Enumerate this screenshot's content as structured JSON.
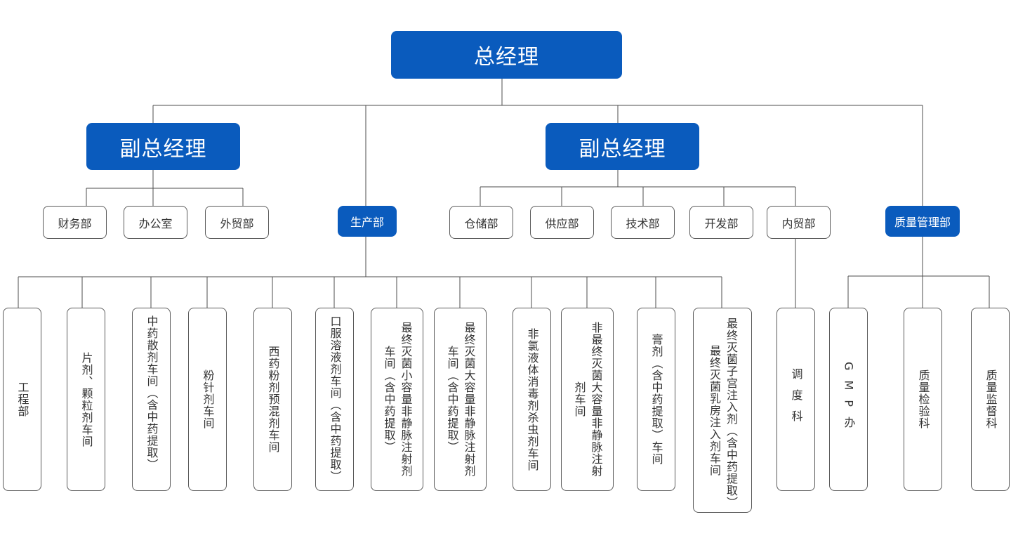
{
  "top": {
    "label": "总经理"
  },
  "deputies": [
    {
      "label": "副总经理"
    },
    {
      "label": "副总经理"
    }
  ],
  "left_depts": [
    {
      "label": "财务部"
    },
    {
      "label": "办公室"
    },
    {
      "label": "外贸部"
    }
  ],
  "production": {
    "label": "生产部"
  },
  "right_depts": [
    {
      "label": "仓储部"
    },
    {
      "label": "供应部"
    },
    {
      "label": "技术部"
    },
    {
      "label": "开发部"
    },
    {
      "label": "内贸部"
    }
  ],
  "quality": {
    "label": "质量管理部"
  },
  "workshops": [
    {
      "label": "工程部"
    },
    {
      "label": "片剂、颗粒剂车间"
    },
    {
      "label": "中药散剂车间（含中药提取）"
    },
    {
      "label": "粉针剂车间"
    },
    {
      "label": "西药粉剂预混剂车间"
    },
    {
      "label": "口服溶液剂车间（含中药提取）"
    },
    {
      "label": "最终灭菌小容量非静脉注射剂车间（含中药提取）"
    },
    {
      "label": "最终灭菌大容量非静脉注射剂车间（含中药提取）"
    },
    {
      "label": "非氯液体消毒剂杀虫剂车间"
    },
    {
      "label": "非最终灭菌大容量非静脉注射剂车间"
    },
    {
      "label": "膏剂（含中药提取）车间"
    },
    {
      "label": "最终灭菌子宫注入剂（含中药提取）最终灭菌乳房注入剂车间"
    }
  ],
  "trade_sub": {
    "label": "调度科"
  },
  "quality_subs": [
    {
      "label": "GMP办"
    },
    {
      "label": "质量检验科"
    },
    {
      "label": "质量监督科"
    }
  ],
  "colors": {
    "accent": "#0a5bbd",
    "line": "#4d4d4d"
  }
}
